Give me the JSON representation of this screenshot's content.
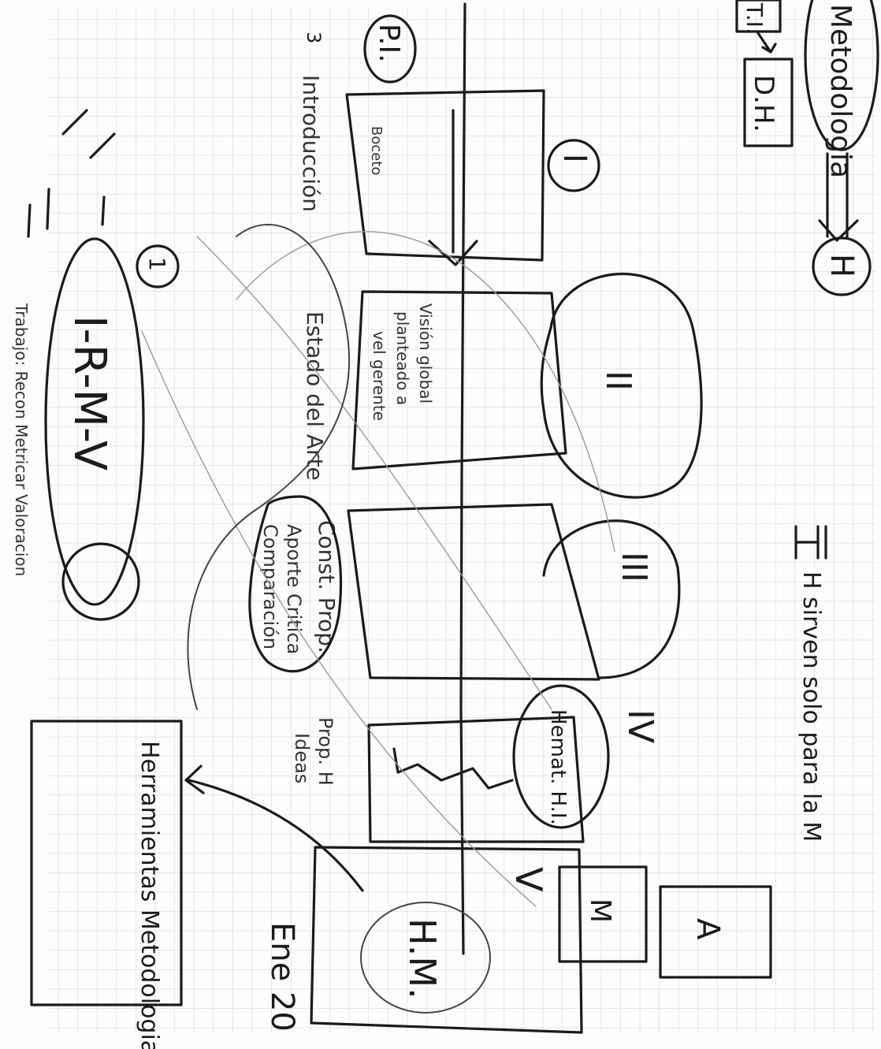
{
  "sketch": {
    "top_header": {
      "metodologia": "Metodologia",
      "box_ti": "T.I.",
      "box_dh": "D.H.",
      "circle_h": "H"
    },
    "title_line": "H sirven solo para la M",
    "sheet_label_pi": "P.I.",
    "row_number": "3",
    "sections": {
      "introduccion": "Introducción",
      "estado_del_arte": "Estado del Arte",
      "const_prop": "Const. Prop.",
      "aporte_critica": "Aporte Critica",
      "comparacion": "Comparación",
      "prop_h": "Prop. H",
      "ideas": "Ideas"
    },
    "box_notes": {
      "boceto": "Boceto",
      "vision": "Visión global",
      "planteado": "planteado a",
      "vel": "vel gerente"
    },
    "roman": [
      "I",
      "II",
      "III",
      "IV",
      "V"
    ],
    "hemat": "Hemat. H.I.",
    "small_boxes": {
      "m": "M",
      "a": "A"
    },
    "circle_hm": "H.M.",
    "date": "Ene 20",
    "circle_one": "1",
    "irmv": "I-R-M-V",
    "irmv_note": "Trabajo: Recon Metricar Valoracion",
    "bottom_box": "Herramientas Metodologias"
  }
}
